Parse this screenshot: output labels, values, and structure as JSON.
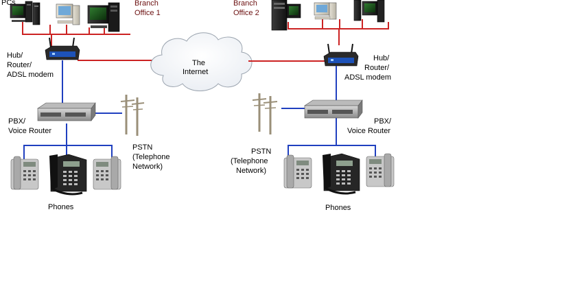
{
  "labels": {
    "pcs_left": "PCs",
    "branch1": [
      "Branch",
      "Office 1"
    ],
    "hub_left": [
      "Hub/",
      "Router/",
      "ADSL modem"
    ],
    "pbx_left": [
      "PBX/",
      "Voice Router"
    ],
    "pstn_left": [
      "PSTN",
      "(Telephone",
      "Network)"
    ],
    "phones_left": "Phones",
    "cloud": [
      "The",
      "Internet"
    ],
    "branch2": [
      "Branch",
      "Office 2"
    ],
    "hub_right": [
      "Hub/",
      "Router/",
      "ADSL modem"
    ],
    "pbx_right": [
      "PBX/",
      "Voice Router"
    ],
    "pstn_right": [
      "PSTN",
      "(Telephone",
      "Network)"
    ],
    "phones_right": "Phones"
  },
  "colors": {
    "lan_line": "#cc2222",
    "voice_line": "#1f3fbf",
    "label_red": "#6b0f0f"
  },
  "icons": [
    "desktop-pc-icon",
    "router-icon",
    "pbx-icon",
    "desk-phone-icon",
    "telephone-pole-icon",
    "cloud-icon"
  ]
}
